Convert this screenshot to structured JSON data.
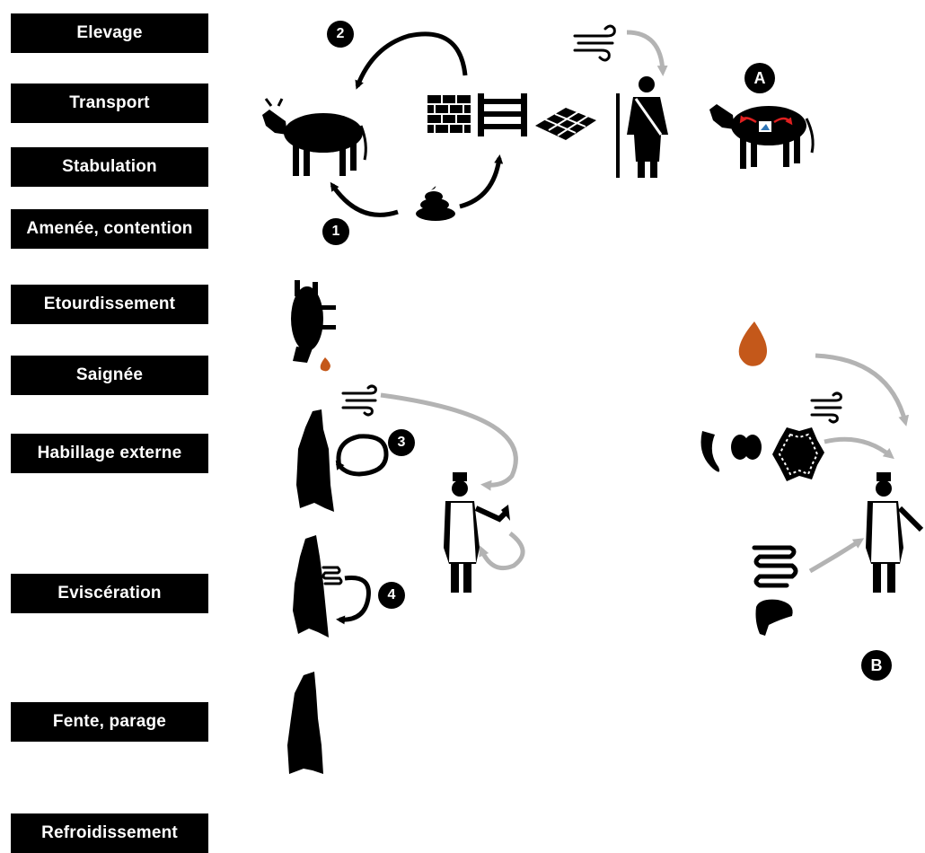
{
  "steps": [
    {
      "label": "Elevage"
    },
    {
      "label": "Transport"
    },
    {
      "label": "Stabulation"
    },
    {
      "label": "Amenée, contention"
    },
    {
      "label": "Etourdissement"
    },
    {
      "label": "Saignée"
    },
    {
      "label": "Habillage externe"
    },
    {
      "label": "Eviscération"
    },
    {
      "label": "Fente, parage"
    },
    {
      "label": "Refroidissement"
    }
  ],
  "markers": {
    "m1": "1",
    "m2": "2",
    "m3": "3",
    "m4": "4",
    "a": "A",
    "b": "B"
  },
  "colors": {
    "label_bg": "#000000",
    "label_text": "#ffffff",
    "icon": "#000000",
    "blood": "#c4581a",
    "arrow_grey": "#b3b3b3",
    "red_arrow": "#e02020",
    "blue_patch": "#2e75b6"
  },
  "icons": [
    "cow-icon",
    "wall-icon",
    "fence-icon",
    "floor-grid-icon",
    "manure-icon",
    "wind-icon",
    "herder-icon",
    "cow-contamination-icon",
    "hanging-cow-icon",
    "blood-drop-icon",
    "carcass-icon",
    "butcher-icon",
    "organs-icon",
    "hide-icon",
    "intestine-icon",
    "liver-icon"
  ]
}
